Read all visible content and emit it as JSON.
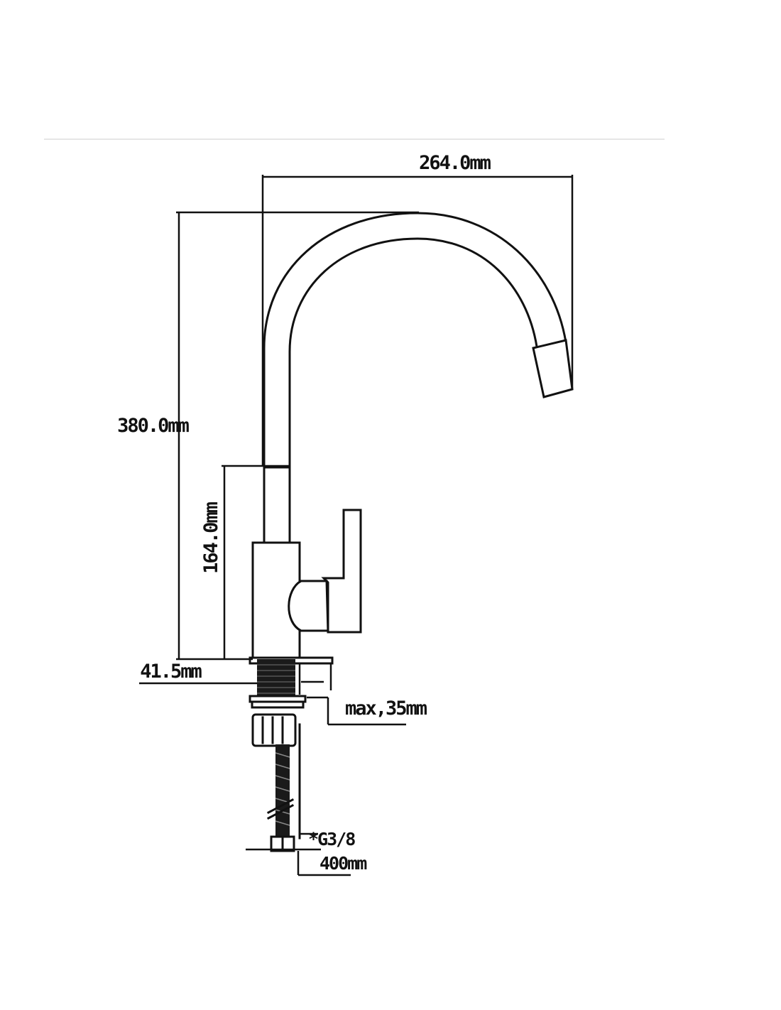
{
  "diagram": {
    "colors": {
      "line": "#111111",
      "background": "#ffffff",
      "rule": "#e6e6e6"
    },
    "dimensions": {
      "spout_reach": "264.0mm",
      "total_height": "380.0mm",
      "body_height": "164.0mm",
      "base_diameter": "41.5mm",
      "max_deck_thickness": "max,35mm",
      "thread": "*G3/8",
      "hose_length": "400mm"
    }
  }
}
